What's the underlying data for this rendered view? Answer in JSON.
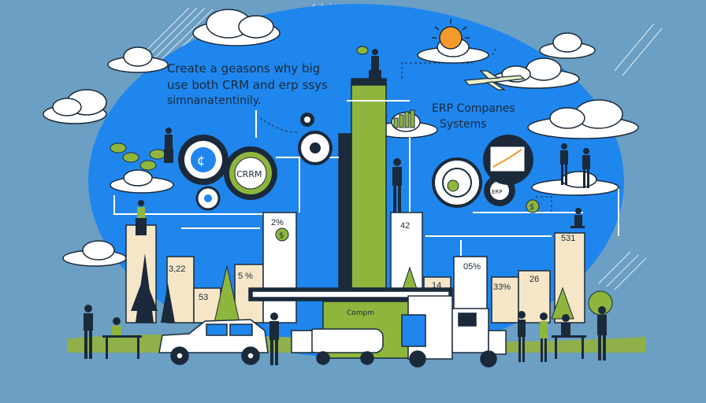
{
  "headline": {
    "line1": "Create a geasons why big",
    "line2": "use both CRM and erp ssys",
    "line3": "simnanatentinily."
  },
  "erp_heading": {
    "line1": "ERP Companes",
    "line2": "Systems"
  },
  "gear_labels": {
    "crm": "CRRM",
    "erp": "ERP"
  },
  "bar_labels": {
    "b1": "3,22",
    "b2": "53",
    "b3": "5 %",
    "b4": "2%",
    "b5": "42",
    "b6": "14",
    "b7": "05%",
    "b8": "33%",
    "b9": "26",
    "b10": "531"
  },
  "truck_label": "Compm",
  "colors": {
    "background": "#6b9fc4",
    "sky_circle": "#1f86ee",
    "green_accent": "#8fb63c",
    "dark_navy": "#1b2a3a",
    "bar_cream": "#f5e6c8",
    "grass": "#8fb04a",
    "sun": "#f39a2b"
  },
  "icons": [
    "sun-icon",
    "gear-icon",
    "dollar-icon",
    "chart-icon",
    "airplane-icon",
    "cloud-icon",
    "tree-icon",
    "car-icon",
    "truck-icon",
    "person-icon"
  ]
}
